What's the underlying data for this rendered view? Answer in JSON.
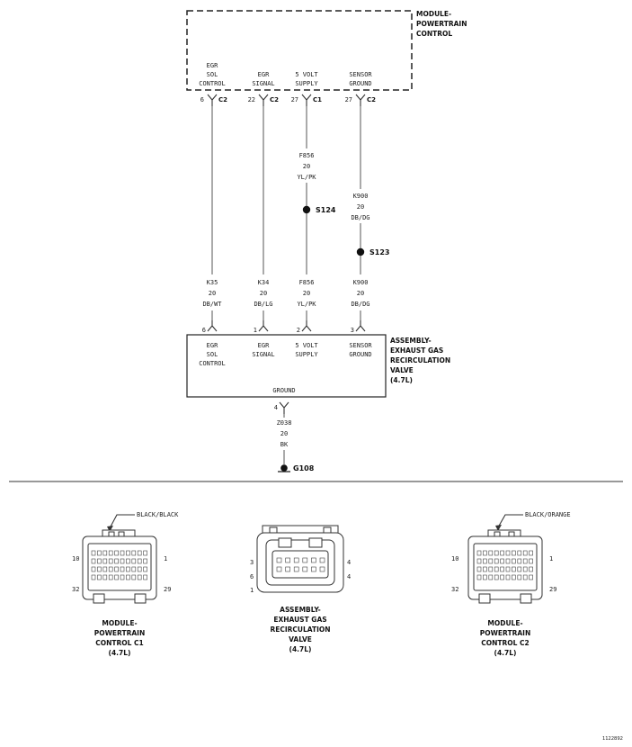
{
  "pcm": {
    "title": [
      "MODULE-",
      "POWERTRAIN",
      "CONTROL"
    ]
  },
  "pcm_terminals": [
    {
      "label": [
        "EGR",
        "SOL",
        "CONTROL"
      ],
      "pin": "6",
      "conn": "C2"
    },
    {
      "label": [
        "EGR",
        "SIGNAL"
      ],
      "pin": "22",
      "conn": "C2"
    },
    {
      "label": [
        "5 VOLT",
        "SUPPLY"
      ],
      "pin": "27",
      "conn": "C1"
    },
    {
      "label": [
        "SENSOR",
        "GROUND"
      ],
      "pin": "27",
      "conn": "C2"
    }
  ],
  "wires_upper": [
    {
      "circuit": "F856",
      "gauge": "20",
      "color": "YL/PK"
    },
    {
      "circuit": "K900",
      "gauge": "20",
      "color": "DB/DG"
    }
  ],
  "splices": [
    {
      "id": "S124"
    },
    {
      "id": "S123"
    }
  ],
  "wires_lower": [
    {
      "circuit": "K35",
      "gauge": "20",
      "color": "DB/WT"
    },
    {
      "circuit": "K34",
      "gauge": "20",
      "color": "DB/LG"
    },
    {
      "circuit": "F856",
      "gauge": "20",
      "color": "YL/PK"
    },
    {
      "circuit": "K900",
      "gauge": "20",
      "color": "DB/DG"
    }
  ],
  "egr_pins": [
    "6",
    "1",
    "2",
    "3"
  ],
  "egr": {
    "title": [
      "ASSEMBLY-",
      "EXHAUST GAS",
      "RECIRCULATION",
      "VALVE",
      "(4.7L)"
    ],
    "terminals": [
      [
        "EGR",
        "SOL",
        "CONTROL"
      ],
      [
        "EGR",
        "SIGNAL"
      ],
      [
        "5 VOLT",
        "SUPPLY"
      ],
      [
        "SENSOR",
        "GROUND"
      ]
    ],
    "ground_label": "GROUND",
    "ground_pin": "4"
  },
  "ground_wire": {
    "circuit": "Z038",
    "gauge": "20",
    "color": "BK"
  },
  "ground": {
    "id": "G108"
  },
  "connectors": [
    {
      "color": "BLACK/BLACK",
      "pins": {
        "top_left": "10",
        "top_right": "1",
        "bottom_left": "32",
        "bottom_right": "29"
      },
      "caption": [
        "MODULE-",
        "POWERTRAIN",
        "CONTROL C1",
        "(4.7L)"
      ]
    },
    {
      "pins": {
        "left_top": "3",
        "left_mid": "6",
        "left_bot": "1",
        "right_top": "4",
        "right_mid": "4"
      },
      "caption": [
        "ASSEMBLY-",
        "EXHAUST GAS",
        "RECIRCULATION",
        "VALVE",
        "(4.7L)"
      ]
    },
    {
      "color": "BLACK/ORANGE",
      "pins": {
        "top_left": "10",
        "top_right": "1",
        "bottom_left": "32",
        "bottom_right": "29"
      },
      "caption": [
        "MODULE-",
        "POWERTRAIN",
        "CONTROL C2",
        "(4.7L)"
      ]
    }
  ],
  "figure_id": "1122892"
}
